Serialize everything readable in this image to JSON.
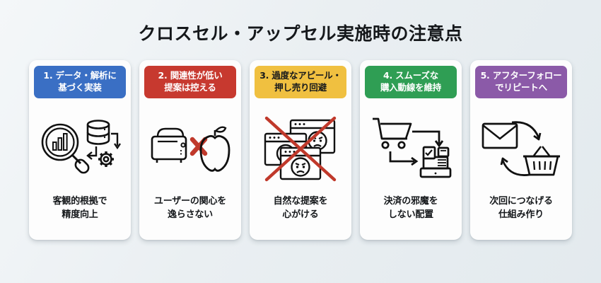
{
  "title": "クロスセル・アップセル実施時の注意点",
  "theme": {
    "background_start": "#f4f7f9",
    "background_end": "#e3eaee",
    "card_background": "#fdfdfd",
    "text_dark": "#15181b",
    "icon_stroke": "#111111",
    "accent_red_x": "#c0392b"
  },
  "cards": [
    {
      "number": "1.",
      "header": "1. データ・解析に\n基づく実装",
      "header_line1": "1. データ・解析に",
      "header_line2": "基づく実装",
      "caption_line1": "客観的根拠で",
      "caption_line2": "精度向上",
      "color": "#3a6fc4",
      "header_text_color": "#ffffff",
      "icon": "magnifier-chart-database-gear-icon"
    },
    {
      "number": "2.",
      "header": "2. 関連性が低い\n提案は控える",
      "header_line1": "2. 関連性が低い",
      "header_line2": "提案は控える",
      "caption_line1": "ユーザーの関心を",
      "caption_line2": "逸らさない",
      "color": "#c7392f",
      "header_text_color": "#ffffff",
      "icon": "toaster-x-apple-icon"
    },
    {
      "number": "3.",
      "header": "3. 過度なアピール・\n押し売り回避",
      "header_line1": "3. 過度なアピール・",
      "header_line2": "押し売り回避",
      "caption_line1": "自然な提案を",
      "caption_line2": "心がける",
      "color": "#f0c040",
      "header_text_color": "#17191c",
      "icon": "popup-windows-crossed-icon"
    },
    {
      "number": "4.",
      "header": "4. スムーズな\n購入動線を維持",
      "header_line1": "4. スムーズな",
      "header_line2": "購入動線を維持",
      "caption_line1": "決済の邪魔を",
      "caption_line2": "しない配置",
      "color": "#2f9e54",
      "header_text_color": "#ffffff",
      "icon": "cart-arrow-register-icon"
    },
    {
      "number": "5.",
      "header": "5. アフターフォロー\nでリピートへ",
      "header_line1": "5. アフターフォロー",
      "header_line2": "でリピートへ",
      "caption_line1": "次回につなげる",
      "caption_line2": "仕組み作り",
      "color": "#8b5aa8",
      "header_text_color": "#ffffff",
      "icon": "envelope-basket-cycle-icon"
    }
  ]
}
